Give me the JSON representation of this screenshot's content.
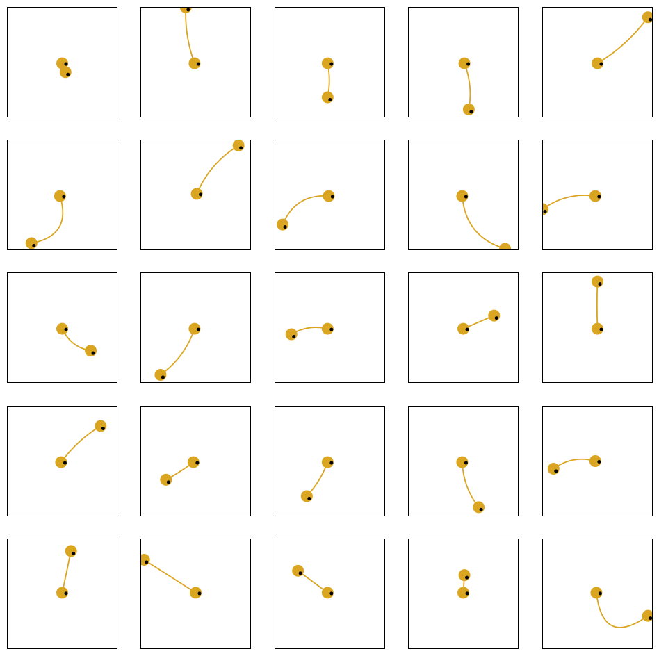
{
  "colors": {
    "trajectory": "#DAA520",
    "bob": "#DAA520",
    "dot": "#000000",
    "frame": "#000000",
    "background": "#ffffff"
  },
  "grid": {
    "rows": 5,
    "cols": 5
  },
  "panels": [
    {
      "start": [
        0.53,
        0.59
      ],
      "end": [
        0.5,
        0.51
      ],
      "bend": 0.0
    },
    {
      "start": [
        0.41,
        0.0
      ],
      "end": [
        0.49,
        0.51
      ],
      "bend": 0.05
    },
    {
      "start": [
        0.48,
        0.82
      ],
      "end": [
        0.48,
        0.51
      ],
      "bend": 0.05
    },
    {
      "start": [
        0.55,
        0.93
      ],
      "end": [
        0.51,
        0.51
      ],
      "bend": 0.07
    },
    {
      "start": [
        0.96,
        0.09
      ],
      "end": [
        0.5,
        0.51
      ],
      "bend": -0.05
    },
    {
      "start": [
        0.22,
        0.94
      ],
      "end": [
        0.48,
        0.51
      ],
      "bend": 0.28
    },
    {
      "start": [
        0.89,
        0.05
      ],
      "end": [
        0.51,
        0.49
      ],
      "bend": 0.08
    },
    {
      "start": [
        0.07,
        0.77
      ],
      "end": [
        0.49,
        0.51
      ],
      "bend": -0.18
    },
    {
      "start": [
        0.88,
        0.99
      ],
      "end": [
        0.49,
        0.51
      ],
      "bend": -0.17
    },
    {
      "start": [
        0.0,
        0.63
      ],
      "end": [
        0.48,
        0.51
      ],
      "bend": -0.1
    },
    {
      "start": [
        0.76,
        0.71
      ],
      "end": [
        0.5,
        0.51
      ],
      "bend": -0.13
    },
    {
      "start": [
        0.18,
        0.93
      ],
      "end": [
        0.49,
        0.51
      ],
      "bend": 0.08
    },
    {
      "start": [
        0.15,
        0.56
      ],
      "end": [
        0.48,
        0.51
      ],
      "bend": -0.1
    },
    {
      "start": [
        0.78,
        0.39
      ],
      "end": [
        0.5,
        0.51
      ],
      "bend": 0.0
    },
    {
      "start": [
        0.5,
        0.08
      ],
      "end": [
        0.5,
        0.51
      ],
      "bend": 0.01
    },
    {
      "start": [
        0.85,
        0.18
      ],
      "end": [
        0.49,
        0.51
      ],
      "bend": 0.05
    },
    {
      "start": [
        0.23,
        0.67
      ],
      "end": [
        0.48,
        0.51
      ],
      "bend": 0.02
    },
    {
      "start": [
        0.29,
        0.82
      ],
      "end": [
        0.48,
        0.51
      ],
      "bend": 0.05
    },
    {
      "start": [
        0.64,
        0.92
      ],
      "end": [
        0.49,
        0.51
      ],
      "bend": -0.08
    },
    {
      "start": [
        0.1,
        0.57
      ],
      "end": [
        0.48,
        0.5
      ],
      "bend": -0.12
    },
    {
      "start": [
        0.58,
        0.11
      ],
      "end": [
        0.5,
        0.49
      ],
      "bend": 0.0
    },
    {
      "start": [
        0.03,
        0.19
      ],
      "end": [
        0.5,
        0.49
      ],
      "bend": 0.0
    },
    {
      "start": [
        0.21,
        0.29
      ],
      "end": [
        0.48,
        0.49
      ],
      "bend": 0.0
    },
    {
      "start": [
        0.51,
        0.33
      ],
      "end": [
        0.5,
        0.49
      ],
      "bend": 0.0
    },
    {
      "start": [
        0.96,
        0.7
      ],
      "end": [
        0.49,
        0.49
      ],
      "bend": -0.42
    }
  ]
}
